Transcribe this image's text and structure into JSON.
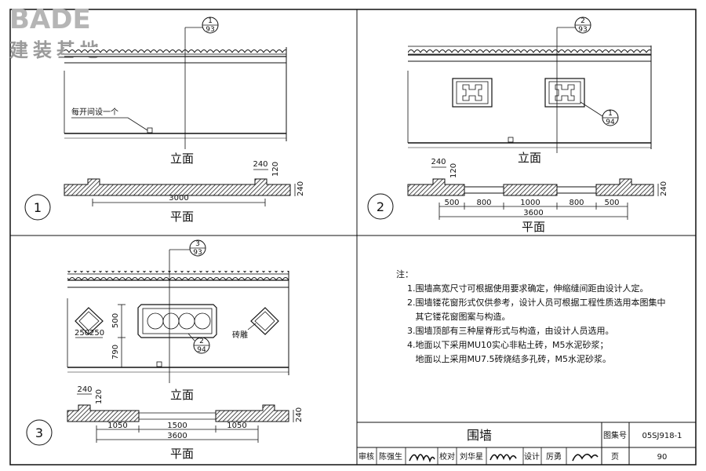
{
  "logo": {
    "brand": "BADE",
    "subtitle": "建装基地"
  },
  "panels": [
    {
      "number": "1",
      "ref_top": {
        "num": "1",
        "den": "93"
      },
      "elevation_label": "立面",
      "plan_label": "平面",
      "annotation": "每开间设一个",
      "dims": {
        "pier_w": "240",
        "pier_h": "120",
        "wall_t": "240",
        "total": "3000"
      }
    },
    {
      "number": "2",
      "ref_top": {
        "num": "2",
        "den": "93"
      },
      "ref_window": {
        "num": "1",
        "den": "94"
      },
      "elevation_label": "立面",
      "plan_label": "平面",
      "dims": {
        "pier_w": "240",
        "pier_h": "120",
        "wall_t": "240",
        "segments": [
          "500",
          "800",
          "1000",
          "800",
          "500"
        ],
        "total": "3600"
      }
    },
    {
      "number": "3",
      "ref_top": {
        "num": "3",
        "den": "93"
      },
      "ref_window": {
        "num": "2",
        "den": "94"
      },
      "elevation_label": "立面",
      "plan_label": "平面",
      "brick_carving": "砖雕",
      "dims": {
        "h500": "500",
        "h790": "790",
        "w250a": "250",
        "w250b": "250",
        "pier_w": "240",
        "pier_h": "120",
        "wall_t": "240",
        "segments": [
          "1050",
          "1500",
          "1050"
        ],
        "total": "3600"
      }
    }
  ],
  "notes": {
    "title": "注：",
    "items": [
      "1.围墙高宽尺寸可根据使用要求确定，伸缩缝间距由设计人定。",
      "2.围墙镂花窗形式仅供参考，设计人员可根据工程性质选用本图集中",
      "   其它镂花窗图案与构造。",
      "3.围墙顶部有三种屋脊形式与构造，由设计人员选用。",
      "4.地面以下采用MU10实心非粘土砖，M5水泥砂浆；",
      "   地面以上采用MU7.5砖烧结多孔砖，M5水泥砂浆。"
    ]
  },
  "title_block": {
    "title": "围墙",
    "atlas_label": "图集号",
    "atlas_no": "05SJ918-1",
    "page_label": "页",
    "page_no": "90",
    "review_label": "审核",
    "reviewer": "陈强生",
    "check_label": "校对",
    "checker": "刘华星",
    "design_label": "设计",
    "designer": "厉勇"
  }
}
